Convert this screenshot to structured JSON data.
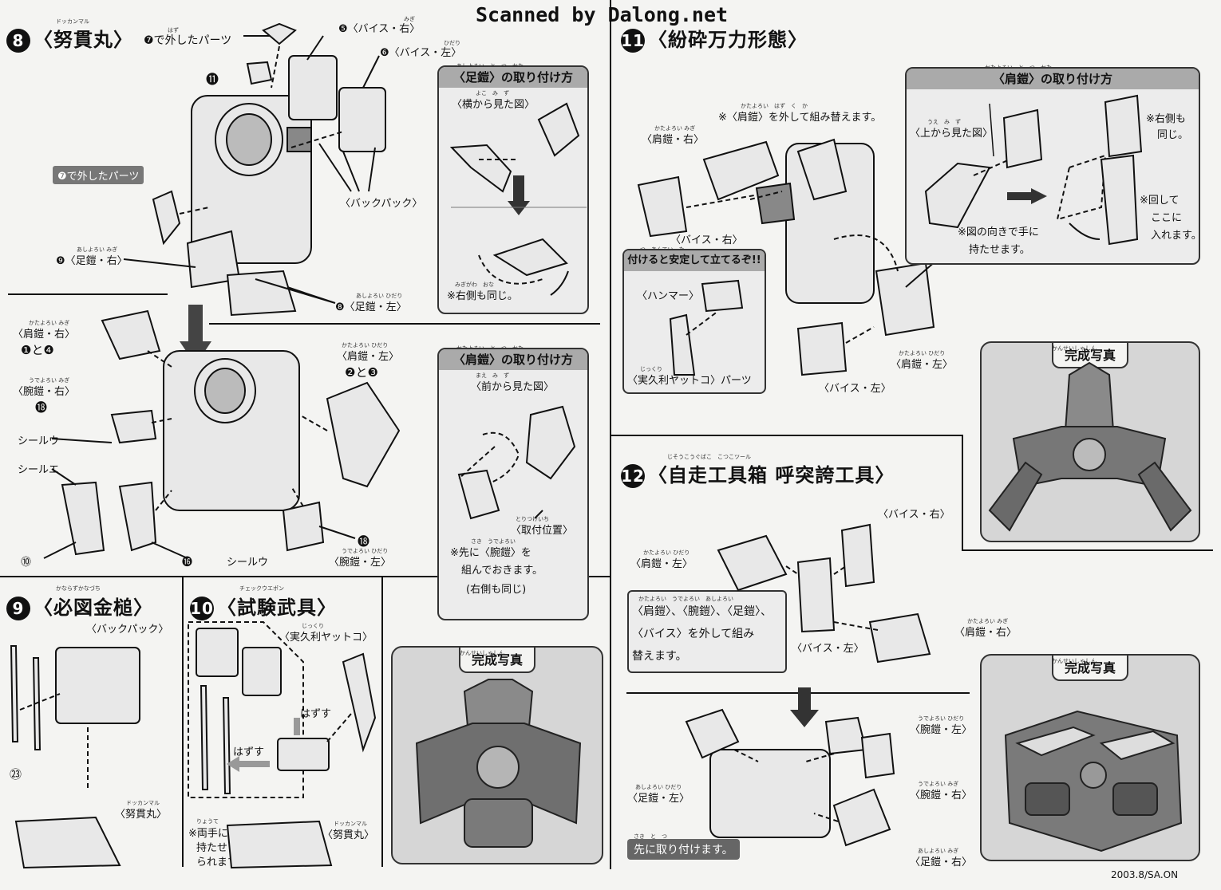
{
  "watermark": "Scanned by Dalong.net",
  "footer": "2003.8/SA.ON",
  "step8": {
    "num": "8",
    "title": "〈努貫丸〉",
    "title_ruby": "ドッカンマル",
    "tag_top": "❼で外したパーツ",
    "tag_left": "❼で外したパーツ",
    "ruby_hazu": "はず",
    "vice_r": "❺〈バイス・右〉",
    "vice_l": "❻〈バイス・左〉",
    "ruby_migi": "みぎ",
    "ruby_hidari": "ひだり",
    "backpack": "〈バックパック〉",
    "leg_r": "❾〈足鎧・右〉",
    "leg_l": "❽〈足鎧・左〉",
    "ruby_leg_r": "あしよろい みぎ",
    "ruby_leg_l": "あしよろい ひだり",
    "part11": "⓫",
    "shoulder_r": "〈肩鎧・右〉",
    "ruby_shoulder_r": "かたよろい みぎ",
    "p1and4": "❶と❹",
    "arm_r": "〈腕鎧・右〉",
    "ruby_arm_r": "うでよろい みぎ",
    "p18a": "⓲",
    "seal_u1": "シールウ",
    "seal_e": "シールエ",
    "seal_u2": "シールウ",
    "p10": "⓾",
    "p16": "⓰",
    "shoulder_l": "〈肩鎧・左〉",
    "ruby_shoulder_l": "かたよろい ひだり",
    "p2and3": "❷と❸",
    "p18b": "⓲",
    "arm_l": "〈腕鎧・左〉",
    "ruby_arm_l": "うでよろい ひだり",
    "box1": {
      "head": "〈足鎧〉の取り付け方",
      "head_ruby": "あしよろい　と　つ　かた",
      "side": "〈横から見た図〉",
      "side_ruby": "よこ　み　ず",
      "note": "※右側も同じ。",
      "note_ruby": "みぎがわ　おな"
    },
    "box2": {
      "head": "〈肩鎧〉の取り付け方",
      "head_ruby": "かたよろい　と　つ　かた",
      "front": "〈前から見た図〉",
      "front_ruby": "まえ　み　ず",
      "pos": "〈取付位置〉",
      "pos_ruby": "とりつけいち",
      "note1": "※先に〈腕鎧〉を",
      "note2": "組んでおきます。",
      "note3": "(右側も同じ)",
      "note_ruby": "さき　うでよろい"
    }
  },
  "step9": {
    "num": "9",
    "title": "〈必図金槌〉",
    "title_ruby": "かならずかなづち",
    "backpack": "〈バックパック〉",
    "p23": "㉓",
    "dokkan": "〈努貫丸〉",
    "dokkan_ruby": "ドッカンマル"
  },
  "step10": {
    "num": "10",
    "title": "〈試験武具〉",
    "title_ruby": "チェックウエポン",
    "jikkuri": "〈実久利ヤットコ〉",
    "jikkuri_ruby": "じっくり",
    "hazusu1": "はずす",
    "hazusu2": "はずす",
    "note1": "※両手に",
    "note2": "持たせ",
    "note3": "られます。",
    "note_ruby": "りょうて",
    "dokkan": "〈努貫丸〉",
    "dokkan_ruby": "ドッカンマル"
  },
  "photo_left": {
    "label": "完成写真",
    "ruby": "かんせいしゃしん"
  },
  "step11": {
    "num": "11",
    "title": "〈紛砕万力形態〉",
    "note": "※〈肩鎧〉を外して組み替えます。",
    "note_ruby": "かたよろい　はず　く　か",
    "shoulder_r": "〈肩鎧・右〉",
    "ruby_shoulder_r": "かたよろい みぎ",
    "vice_r": "〈バイス・右〉",
    "stable": "付けると安定して立てるぞ!!",
    "stable_ruby": "つ　あんてい　た",
    "hammer": "〈ハンマー〉",
    "jikkuri": "〈実久利ヤットコ〉パーツ",
    "jikkuri_ruby": "じっくり",
    "shoulder_l": "〈肩鎧・左〉",
    "ruby_shoulder_l": "かたよろい ひだり",
    "vice_l": "〈バイス・左〉",
    "box": {
      "head": "〈肩鎧〉の取り付け方",
      "head_ruby": "かたよろい　と　つ　かた",
      "top": "〈上から見た図〉",
      "top_ruby": "うえ　み　ず",
      "same1": "※右側も",
      "same2": "同じ。",
      "rot1": "※回して",
      "rot2": "ここに",
      "rot3": "入れます。",
      "hold1": "※図の向きで手に",
      "hold2": "持たせます。"
    }
  },
  "photo_right1": {
    "label": "完成写真",
    "ruby": "かんせいしゃしん"
  },
  "step12": {
    "num": "12",
    "title": "〈自走工具箱 呼突誇工具〉",
    "title_ruby": "じそうこうぐばこ　こつこツール",
    "vice_r": "〈バイス・右〉",
    "shoulder_l": "〈肩鎧・左〉",
    "ruby_shoulder_l": "かたよろい ひだり",
    "note1": "〈肩鎧〉、〈腕鎧〉、〈足鎧〉、",
    "note2": "〈バイス〉を外して組み",
    "note3": "替えます。",
    "note_ruby": "かたよろい　うでよろい　あしよろい",
    "vice_l": "〈バイス・左〉",
    "shoulder_r": "〈肩鎧・右〉",
    "ruby_shoulder_r": "かたよろい みぎ",
    "arm_l": "〈腕鎧・左〉",
    "ruby_arm_l": "うでよろい ひだり",
    "arm_r": "〈腕鎧・右〉",
    "ruby_arm_r": "うでよろい みぎ",
    "leg_l": "〈足鎧・左〉",
    "ruby_leg_l": "あしよろい ひだり",
    "leg_r": "〈足鎧・右〉",
    "ruby_leg_r": "あしよろい みぎ",
    "attach": "先に取り付けます。",
    "attach_ruby": "さき　と　つ"
  },
  "photo_right2": {
    "label": "完成写真",
    "ruby": "かんせいしゃしん"
  }
}
